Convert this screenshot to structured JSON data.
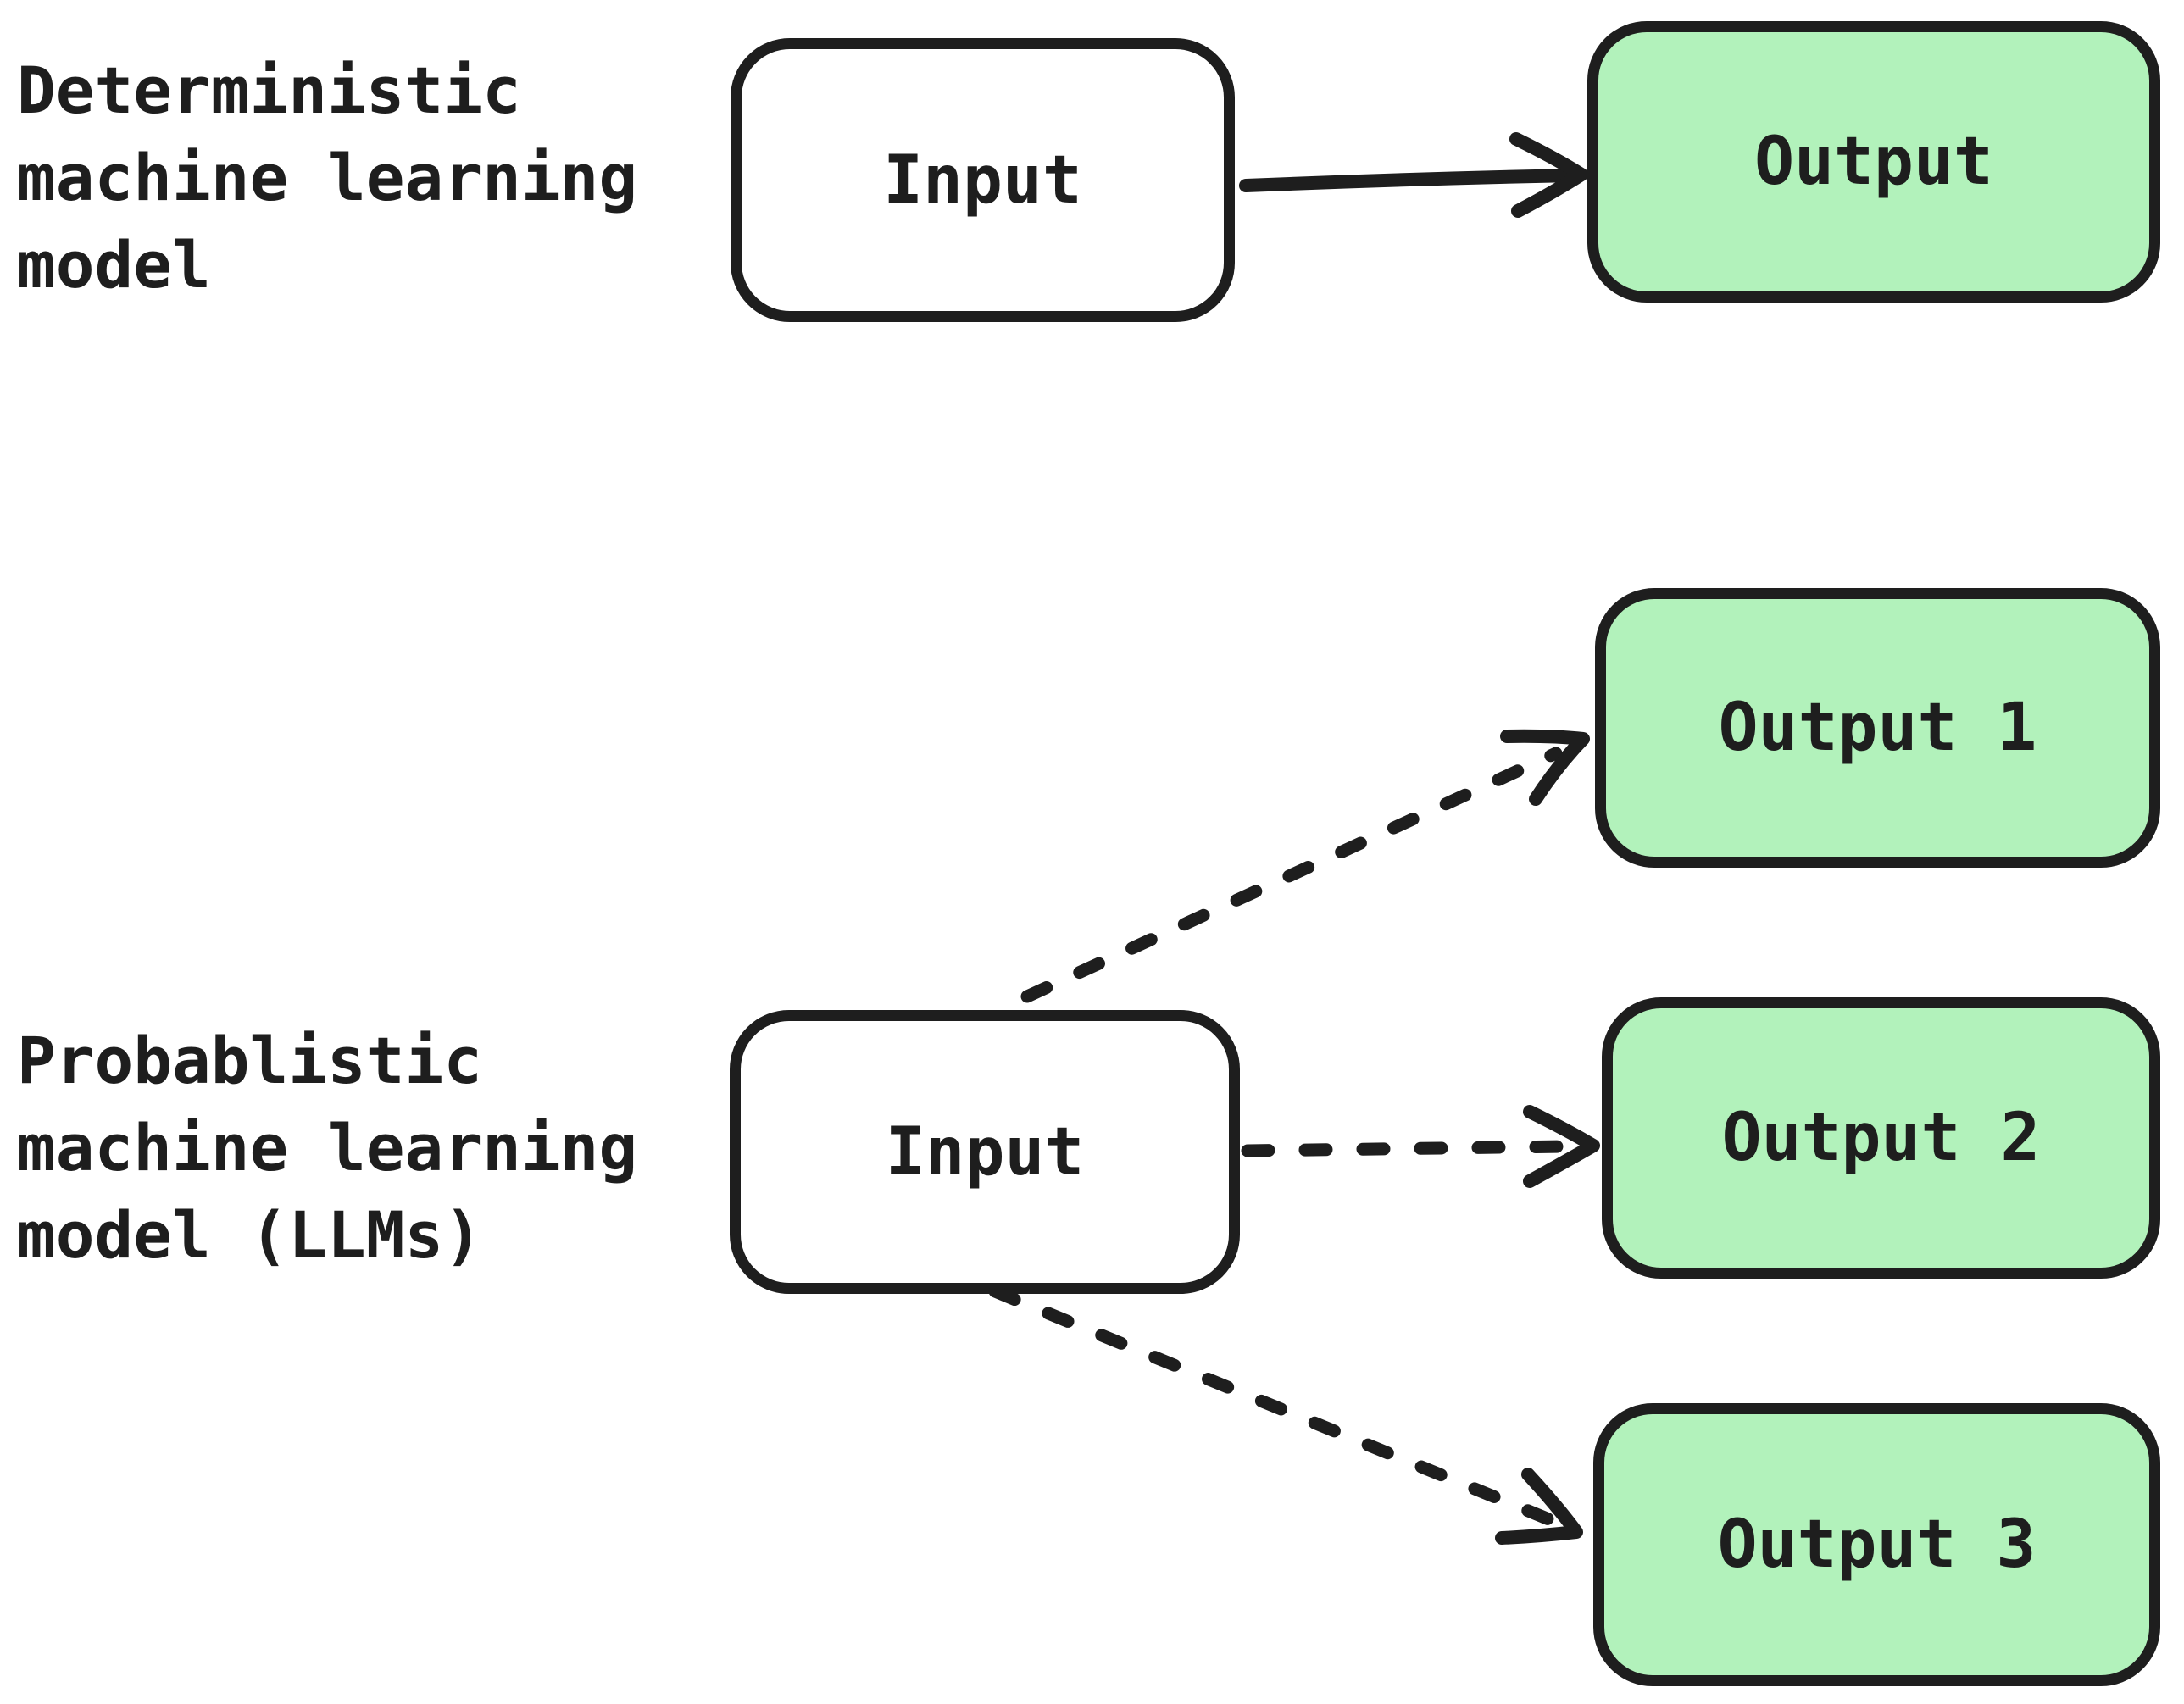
{
  "diagram": {
    "background_color": "#ffffff",
    "stroke_color": "#1e1e1e",
    "node_fill_green": "#b2f2bb",
    "node_fill_white": "#ffffff"
  },
  "sections": {
    "deterministic": {
      "label": "Deterministic\nmachine learning\nmodel",
      "input_label": "Input",
      "output_label": "Output",
      "arrow_style": "solid"
    },
    "probablistic": {
      "label": "Probablistic\nmachine learning\nmodel (LLMs)",
      "input_label": "Input",
      "outputs": [
        "Output 1",
        "Output 2",
        "Output 3"
      ],
      "arrow_style": "dashed"
    }
  }
}
